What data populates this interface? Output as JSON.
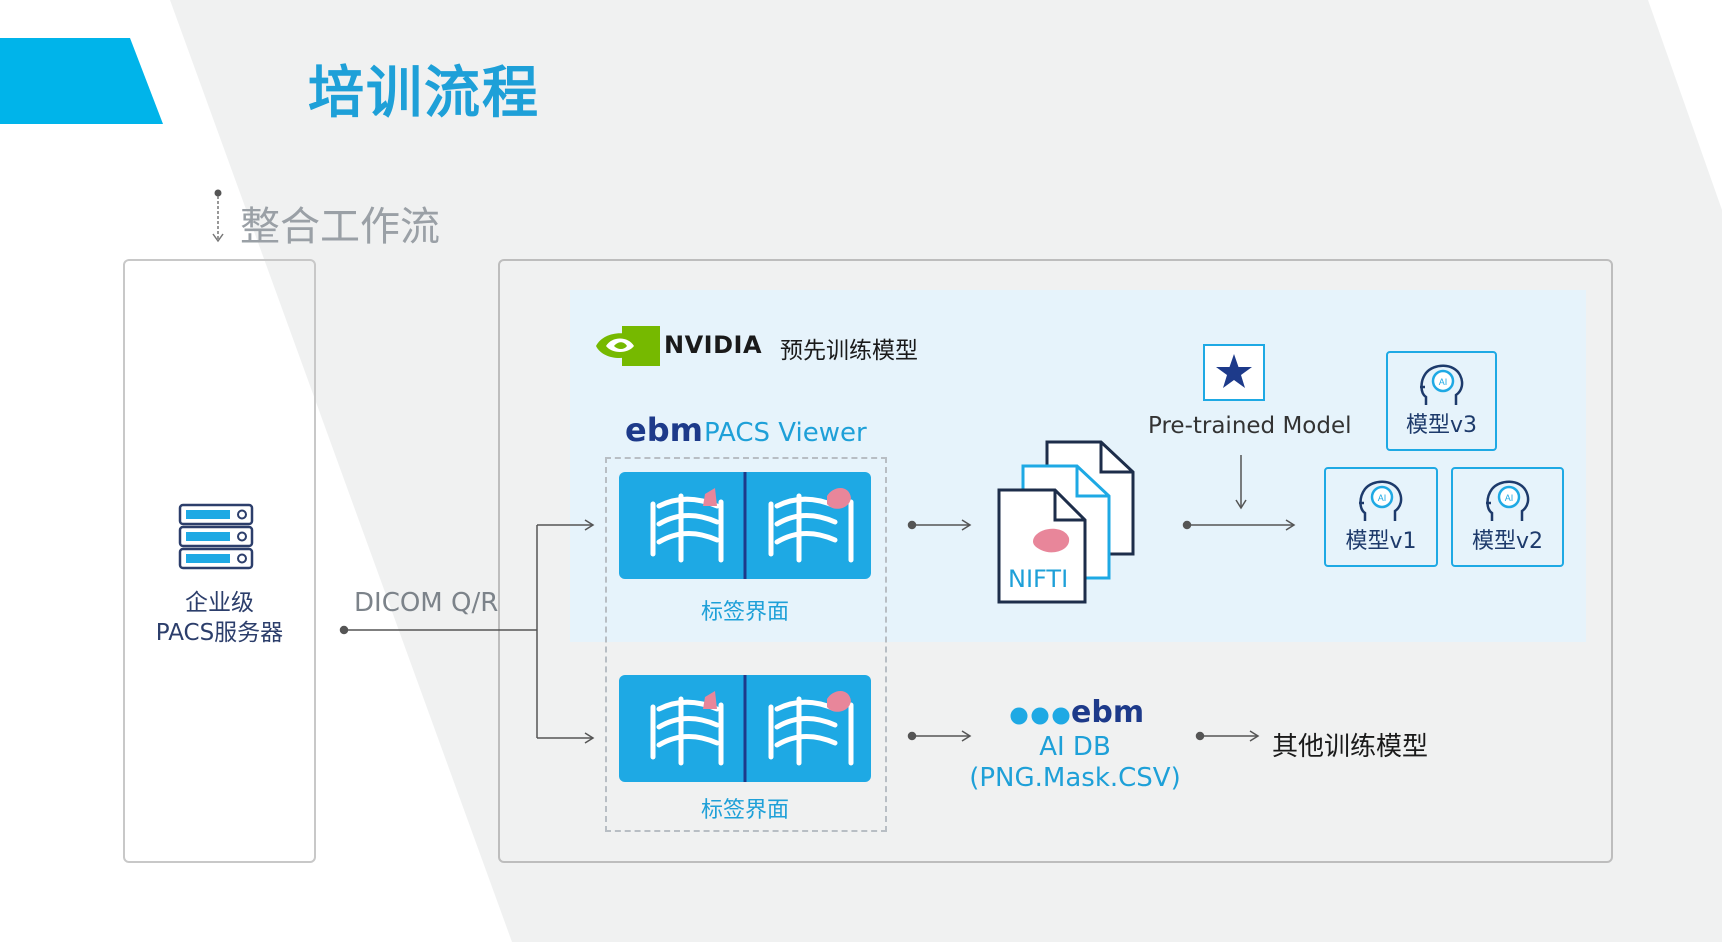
{
  "header": {
    "title": "培训流程",
    "subtitle": "整合工作流"
  },
  "pacs_server": {
    "line1": "企业级",
    "line2": "PACS服务器",
    "icon": "server-icon"
  },
  "connection": {
    "label": "DICOM Q/R"
  },
  "nvidia": {
    "brand": "NVIDIA",
    "label": "预先训练模型"
  },
  "viewer": {
    "brand": "ebm",
    "label": "PACS Viewer",
    "panels": [
      {
        "caption": "标签界面"
      },
      {
        "caption": "标签界面"
      }
    ]
  },
  "nifti": {
    "label": "NIFTI"
  },
  "pretrained": {
    "label": "Pre-trained Model",
    "icon": "star-icon"
  },
  "models": [
    {
      "label": "模型v3"
    },
    {
      "label": "模型v1"
    },
    {
      "label": "模型v2"
    }
  ],
  "aidb": {
    "brand": "ebm",
    "line1": "AI DB",
    "line2": "(PNG.Mask.CSV)"
  },
  "other_models": {
    "label": "其他训练模型"
  },
  "colors": {
    "accent": "#1ea0d8",
    "accent_bright": "#1ea9e4",
    "background_band": "#f0f1f1",
    "nvidia_green": "#76b900",
    "ebm_navy": "#1d3a8a",
    "lesion_pink": "#e8869a"
  }
}
